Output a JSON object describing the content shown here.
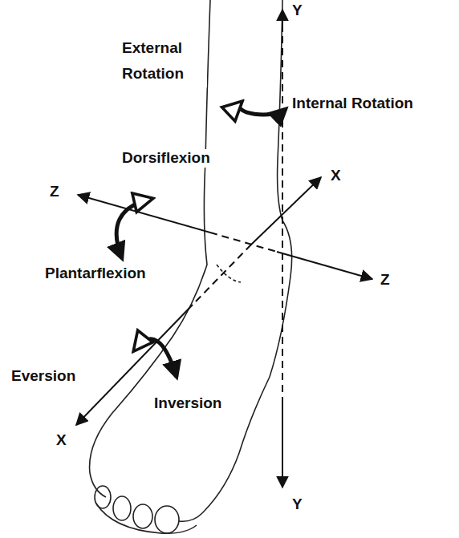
{
  "diagram": {
    "labels": [
      "Y",
      "External Rotation",
      "Internal Rotation",
      "Dorsiflexion",
      "X",
      "Z",
      "Z",
      "Plantarflexion",
      "Eversion",
      "Inversion",
      "X",
      "Y"
    ]
  }
}
